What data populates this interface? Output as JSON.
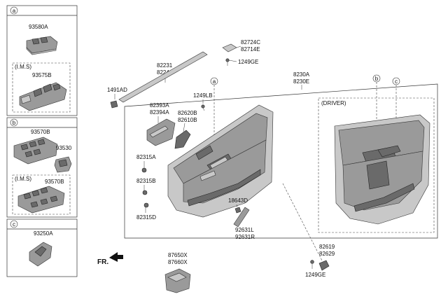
{
  "left_panel": {
    "section_a": {
      "marker": "a",
      "part": "93580A",
      "ims_label": "(I.M.S)",
      "ims_part": "93575B"
    },
    "section_b": {
      "marker": "b",
      "part": "93570B",
      "part2": "93530",
      "ims_label": "(I.M.S)",
      "ims_part": "93570B"
    },
    "section_c": {
      "marker": "c",
      "part": "93250A"
    }
  },
  "parts": {
    "p82724C": "82724C",
    "p82714E": "82714E",
    "p1249GE_top": "1249GE",
    "p82231": "82231",
    "p82241": "82241",
    "p1491AD": "1491AD",
    "p8230A": "8230A",
    "p8230E": "8230E",
    "p1249LB": "1249LB",
    "p82393A": "82393A",
    "p82394A": "82394A",
    "p82620B": "82620B",
    "p82610B": "82610B",
    "p82315A": "82315A",
    "p82315B": "82315B",
    "p82315D": "82315D",
    "p18643D": "18643D",
    "p92631L": "92631L",
    "p92631R": "92631R",
    "p87650X": "87650X",
    "p87660X": "87660X",
    "p82619": "82619",
    "p82629": "82629",
    "p1249GE_bottom": "1249GE"
  },
  "callouts": {
    "a": "a",
    "b": "b",
    "c": "c"
  },
  "driver_label": "(DRIVER)",
  "front_label": "FR."
}
